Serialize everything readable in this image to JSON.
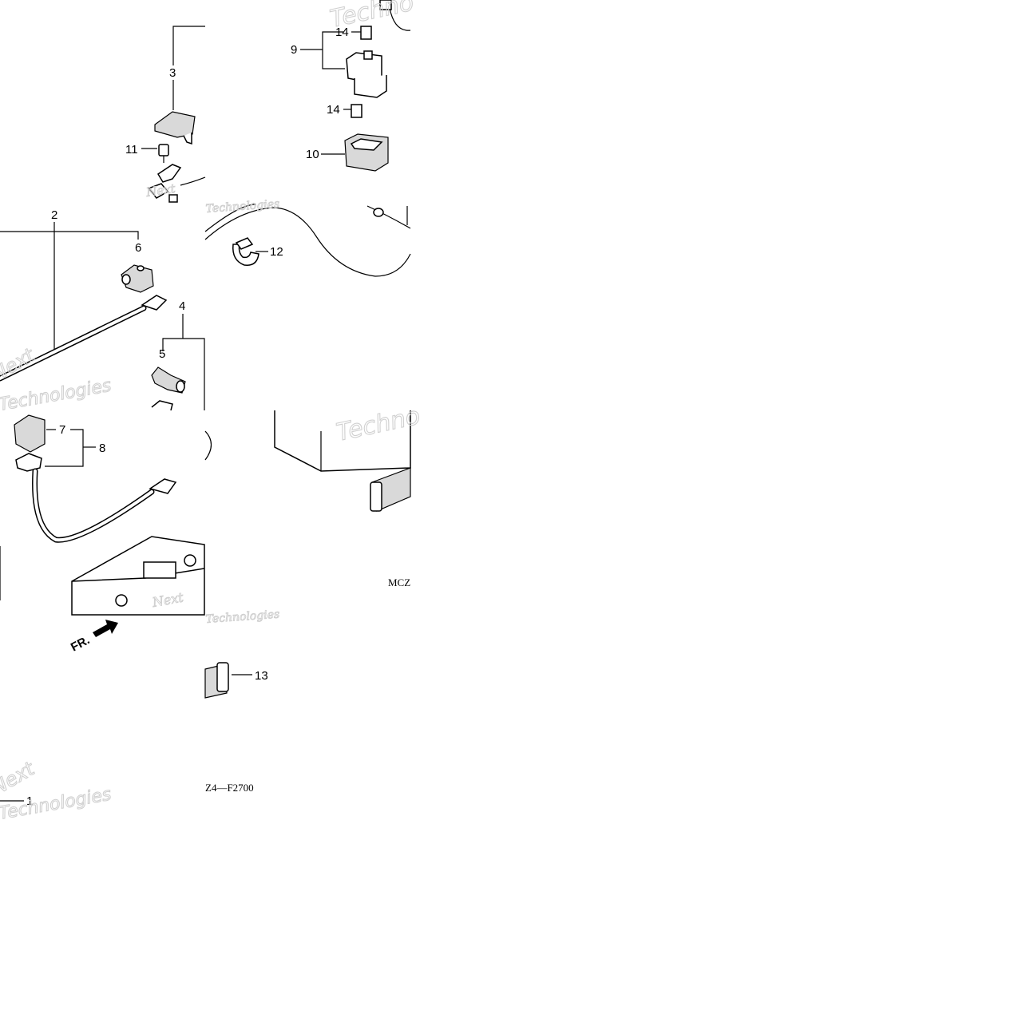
{
  "diagram": {
    "callouts": [
      "1",
      "2",
      "3",
      "4",
      "5",
      "6",
      "7",
      "8",
      "9",
      "10",
      "11",
      "12",
      "13",
      "14",
      "14"
    ],
    "codes": {
      "bottom": "Z4—F2700",
      "right": "MCZ"
    },
    "arrow_label": "FR.",
    "watermark": {
      "brand_a": "Techno",
      "brand_b": "Next",
      "word": "Technologies"
    }
  }
}
